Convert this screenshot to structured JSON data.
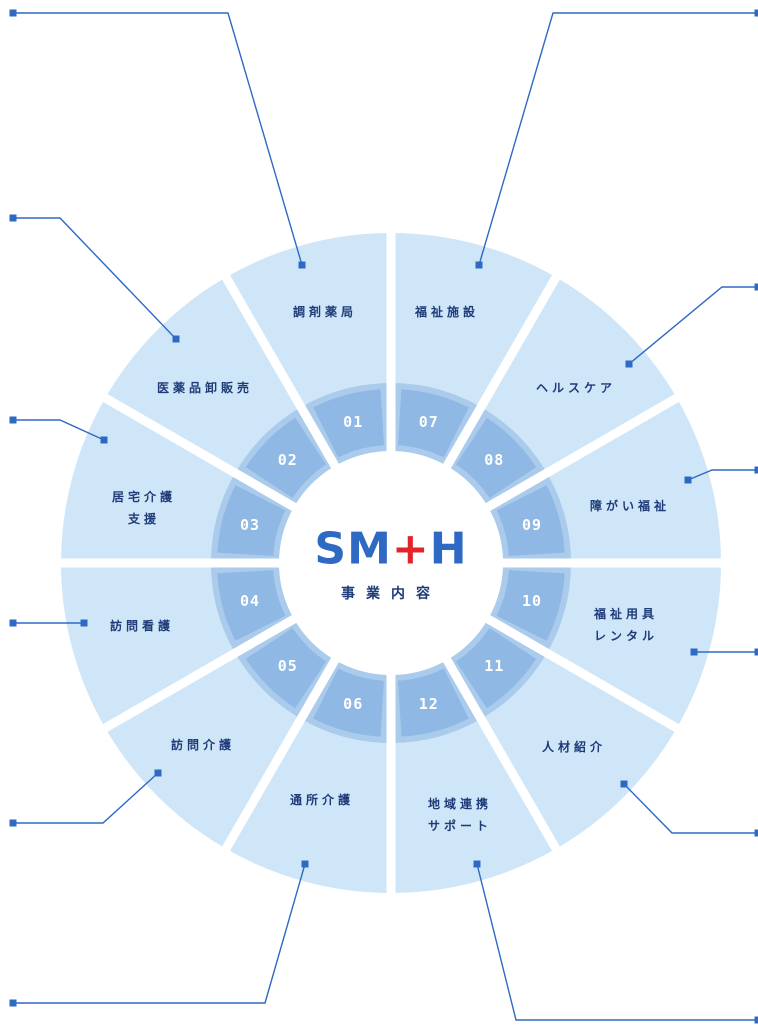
{
  "logo": {
    "text_left": "SM",
    "text_cross": "+",
    "text_right": "H"
  },
  "subtitle": "事業内容",
  "colors": {
    "segment_fill": "#cfe6f8",
    "inner_ring": "#aacbec",
    "number_tab": "#8fb8e4",
    "connector": "#2e6ac4",
    "label_text": "#1f3b78",
    "logo_blue": "#2e6ac4",
    "logo_red": "#e2252b"
  },
  "segments": [
    {
      "number": "01",
      "lines": [
        "調剤薬局"
      ]
    },
    {
      "number": "02",
      "lines": [
        "医薬品卸販売"
      ]
    },
    {
      "number": "03",
      "lines": [
        "居宅介護",
        "支援"
      ]
    },
    {
      "number": "04",
      "lines": [
        "訪問看護"
      ]
    },
    {
      "number": "05",
      "lines": [
        "訪問介護"
      ]
    },
    {
      "number": "06",
      "lines": [
        "通所介護"
      ]
    },
    {
      "number": "07",
      "lines": [
        "福祉施設"
      ]
    },
    {
      "number": "08",
      "lines": [
        "ヘルスケア"
      ]
    },
    {
      "number": "09",
      "lines": [
        "障がい福祉"
      ]
    },
    {
      "number": "10",
      "lines": [
        "福祉用具",
        "レンタル"
      ]
    },
    {
      "number": "11",
      "lines": [
        "人材紹介"
      ]
    },
    {
      "number": "12",
      "lines": [
        "地域連携",
        "サポート"
      ]
    }
  ]
}
